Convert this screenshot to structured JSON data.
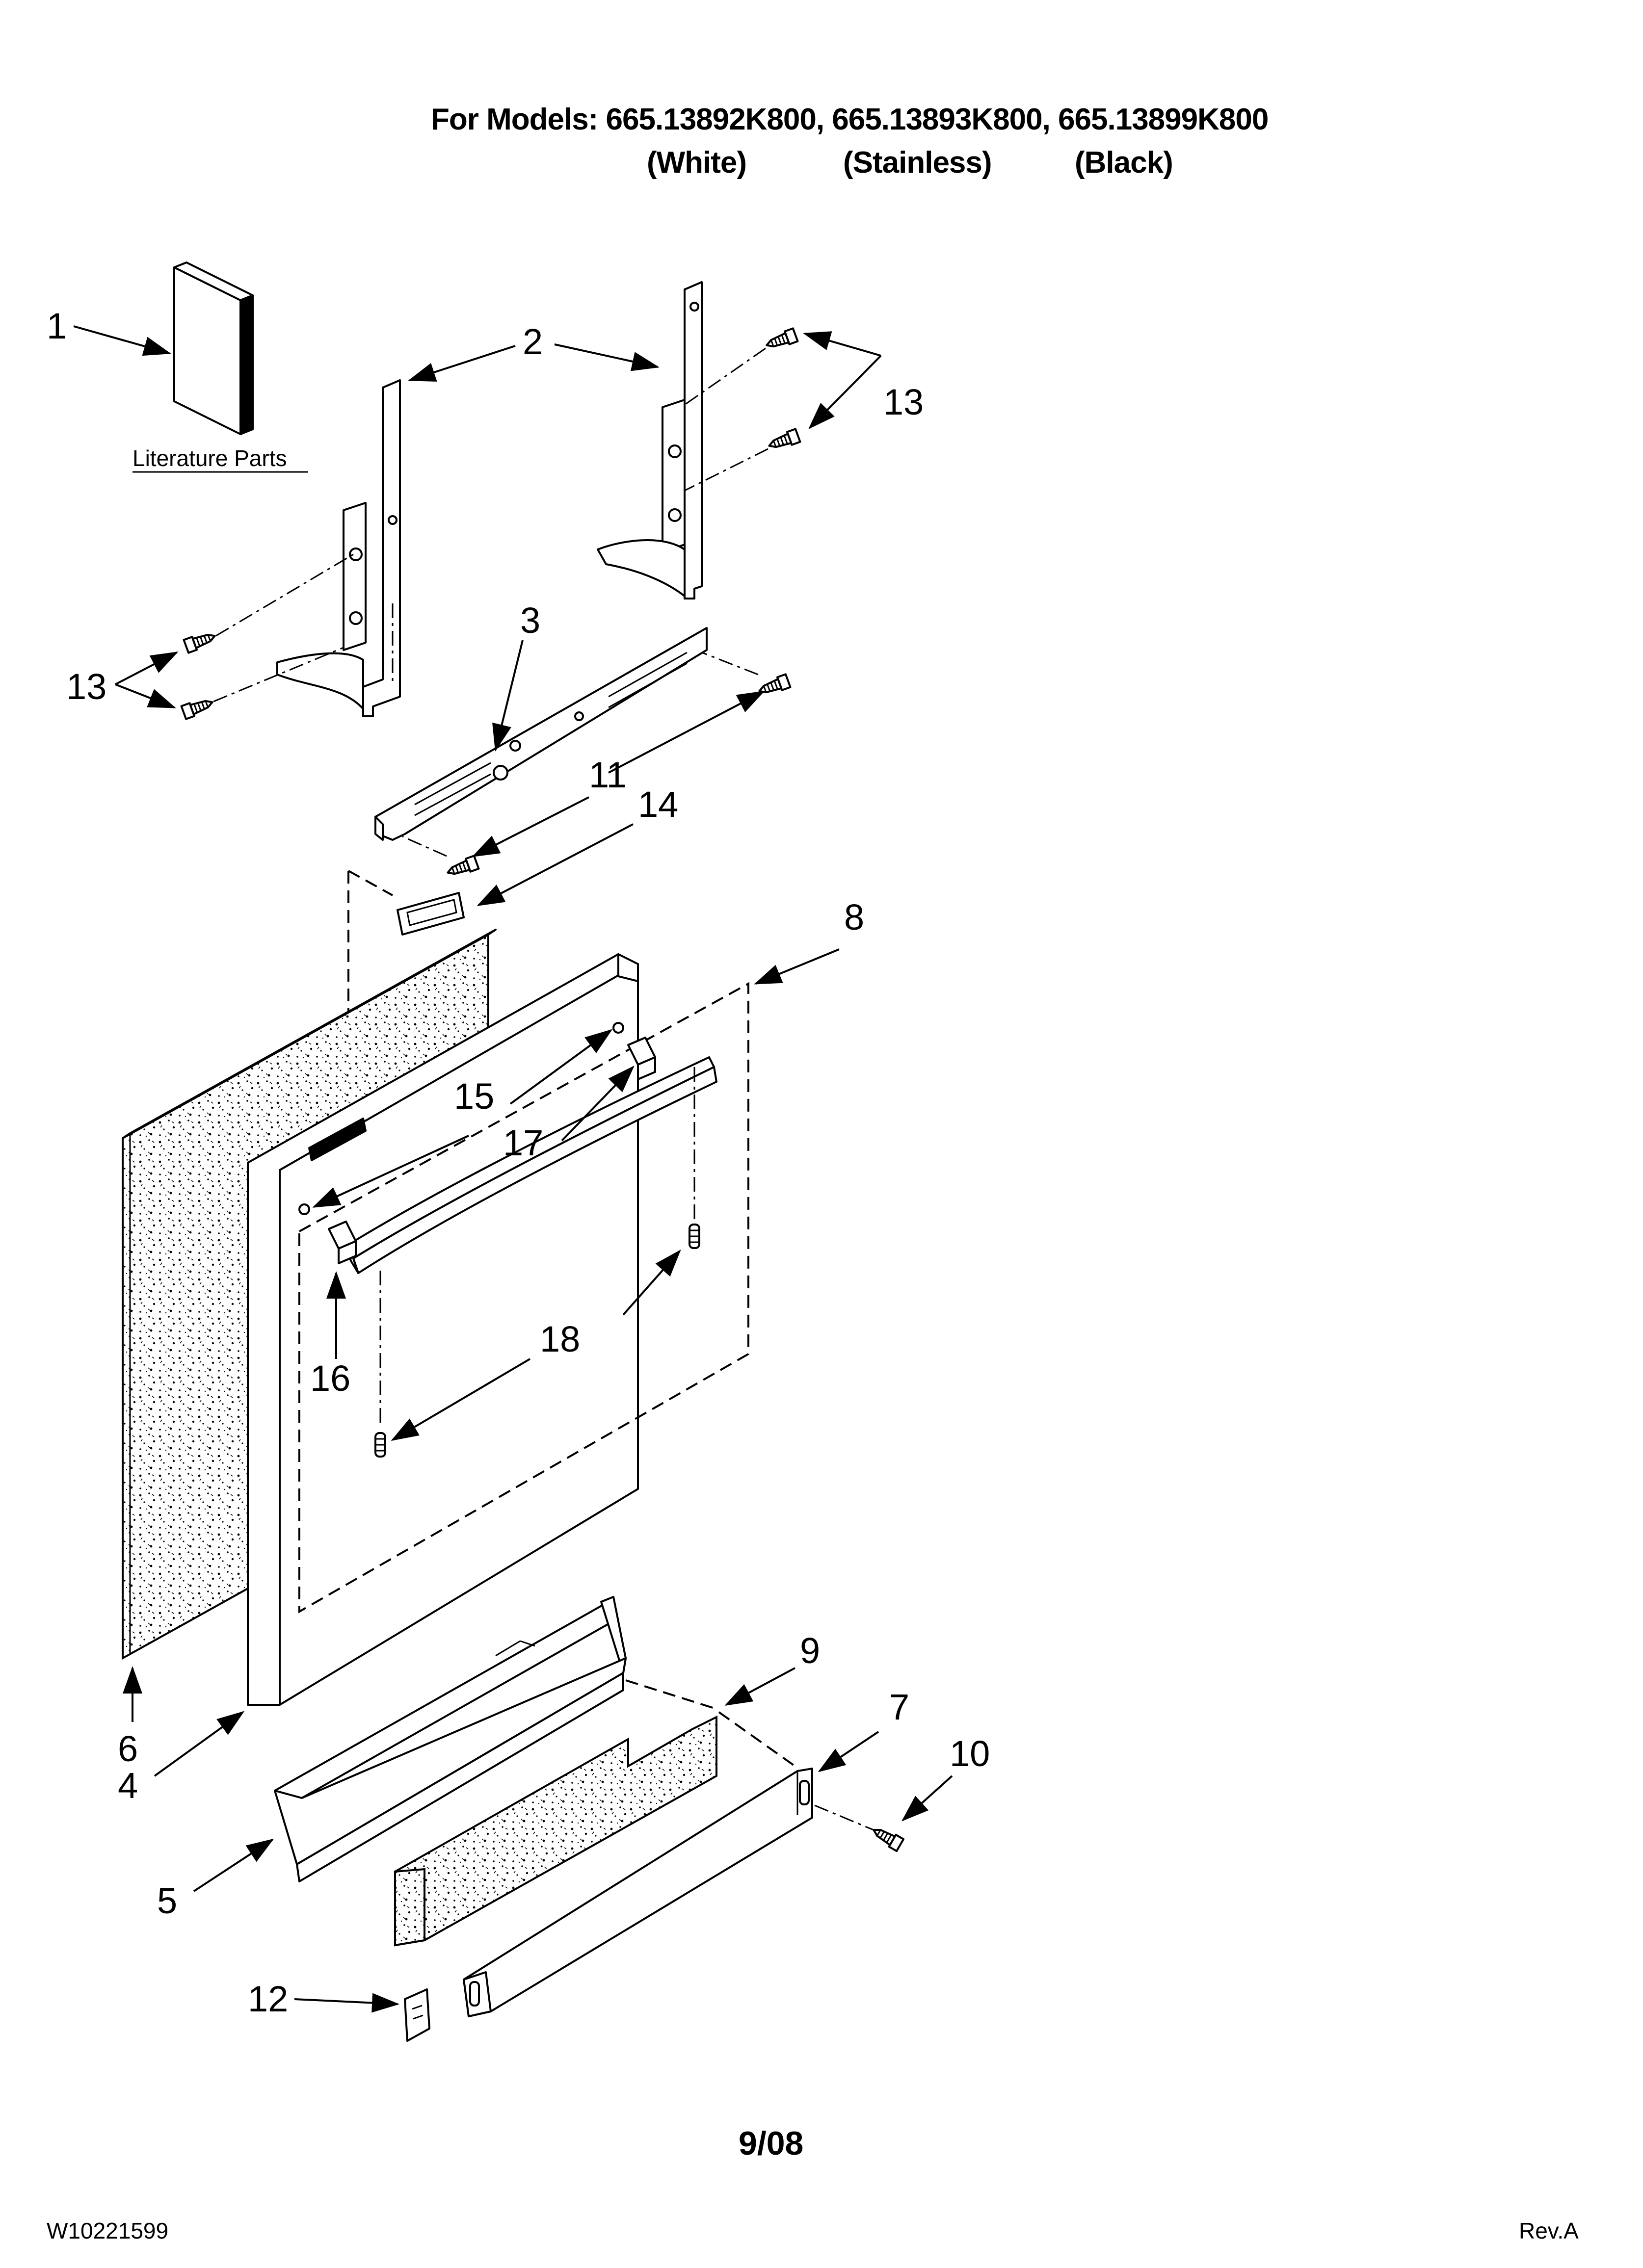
{
  "header": {
    "models_line": "For Models: 665.13892K800, 665.13893K800, 665.13899K800",
    "finish_white": "(White)",
    "finish_stainless": "(Stainless)",
    "finish_black": "(Black)"
  },
  "literature_label": "Literature Parts",
  "callouts": {
    "c1": "1",
    "c2": "2",
    "c3": "3",
    "c4": "4",
    "c5": "5",
    "c6": "6",
    "c7": "7",
    "c8": "8",
    "c9": "9",
    "c10": "10",
    "c11": "11",
    "c12": "12",
    "c13a": "13",
    "c13b": "13",
    "c14": "14",
    "c15": "15",
    "c16": "16",
    "c17": "17",
    "c18": "18"
  },
  "footer": {
    "date": "9/08",
    "doc_number": "W10221599",
    "revision": "Rev.A"
  }
}
